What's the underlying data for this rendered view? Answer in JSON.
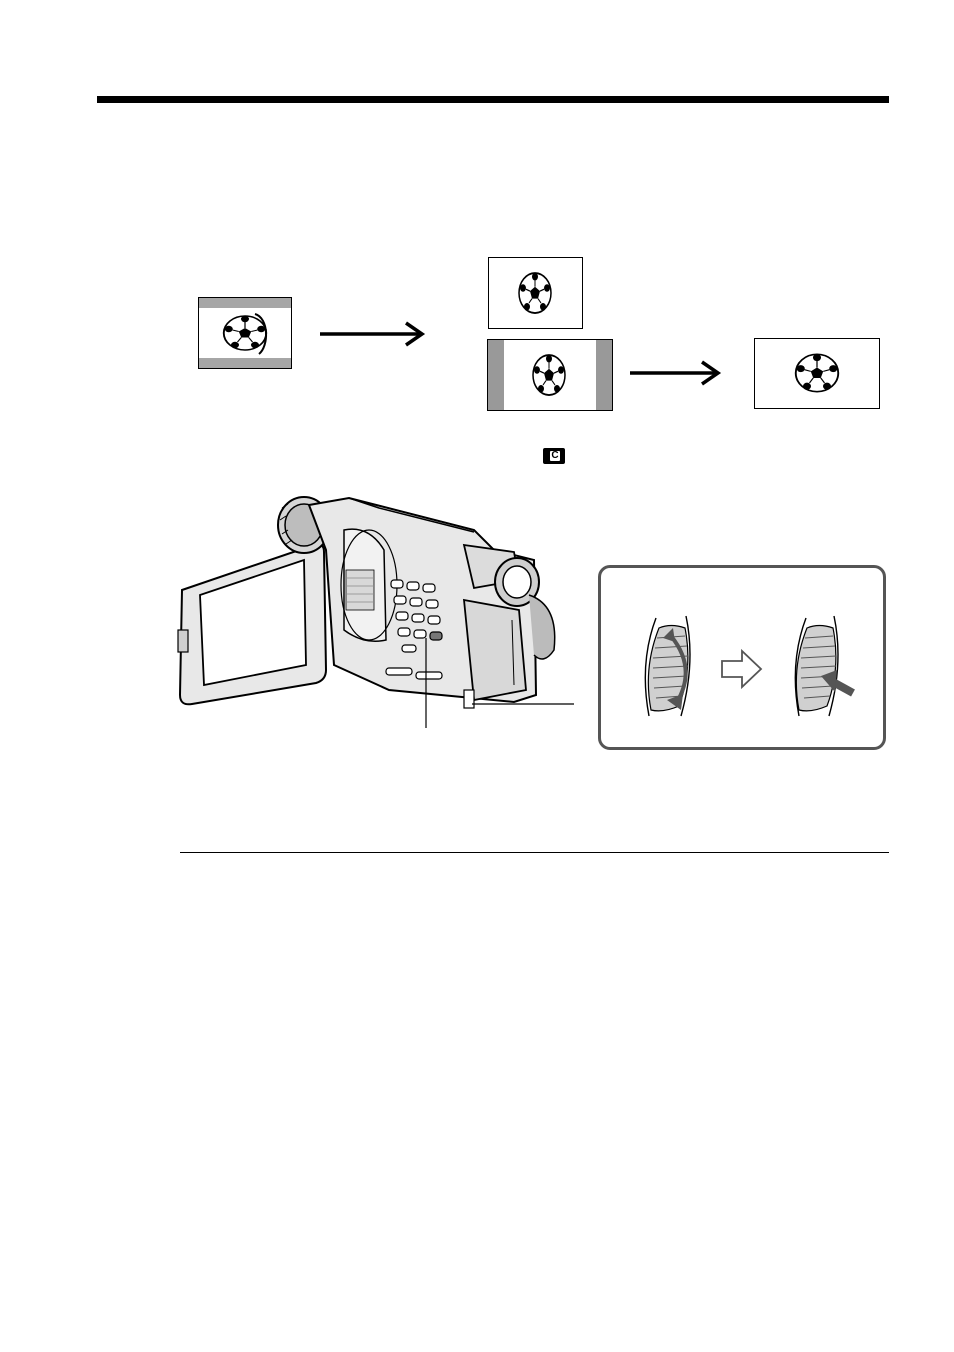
{
  "page": {
    "header_rule": "header-rule",
    "section_rule": "section-rule"
  },
  "figures": {
    "wide_source_frame": {
      "icon": "soccer-ball-icon",
      "bars": "letterbox",
      "bar_color": "#a6a6a6"
    },
    "normal_output_frame": {
      "icon": "soccer-ball-icon",
      "bars": "none"
    },
    "pillarbox_output_frame": {
      "icon": "soccer-ball-icon",
      "bars": "pillarbox",
      "bar_color": "#999999"
    },
    "wide_tv_frame": {
      "icon": "soccer-ball-icon",
      "bars": "none"
    },
    "arrow_color": "#000000"
  },
  "indicator": {
    "icon": "wide-mode-indicator-icon",
    "letter": "C"
  },
  "camcorder": {
    "icon": "camcorder-illustration",
    "body_color": "#e8e8e8"
  },
  "dial_inset": {
    "icon": "control-dial-icon",
    "step_1": "turn-dial-icon",
    "step_2": "press-dial-icon",
    "arrow": "next-step-arrow-icon",
    "border_color": "#555555"
  }
}
